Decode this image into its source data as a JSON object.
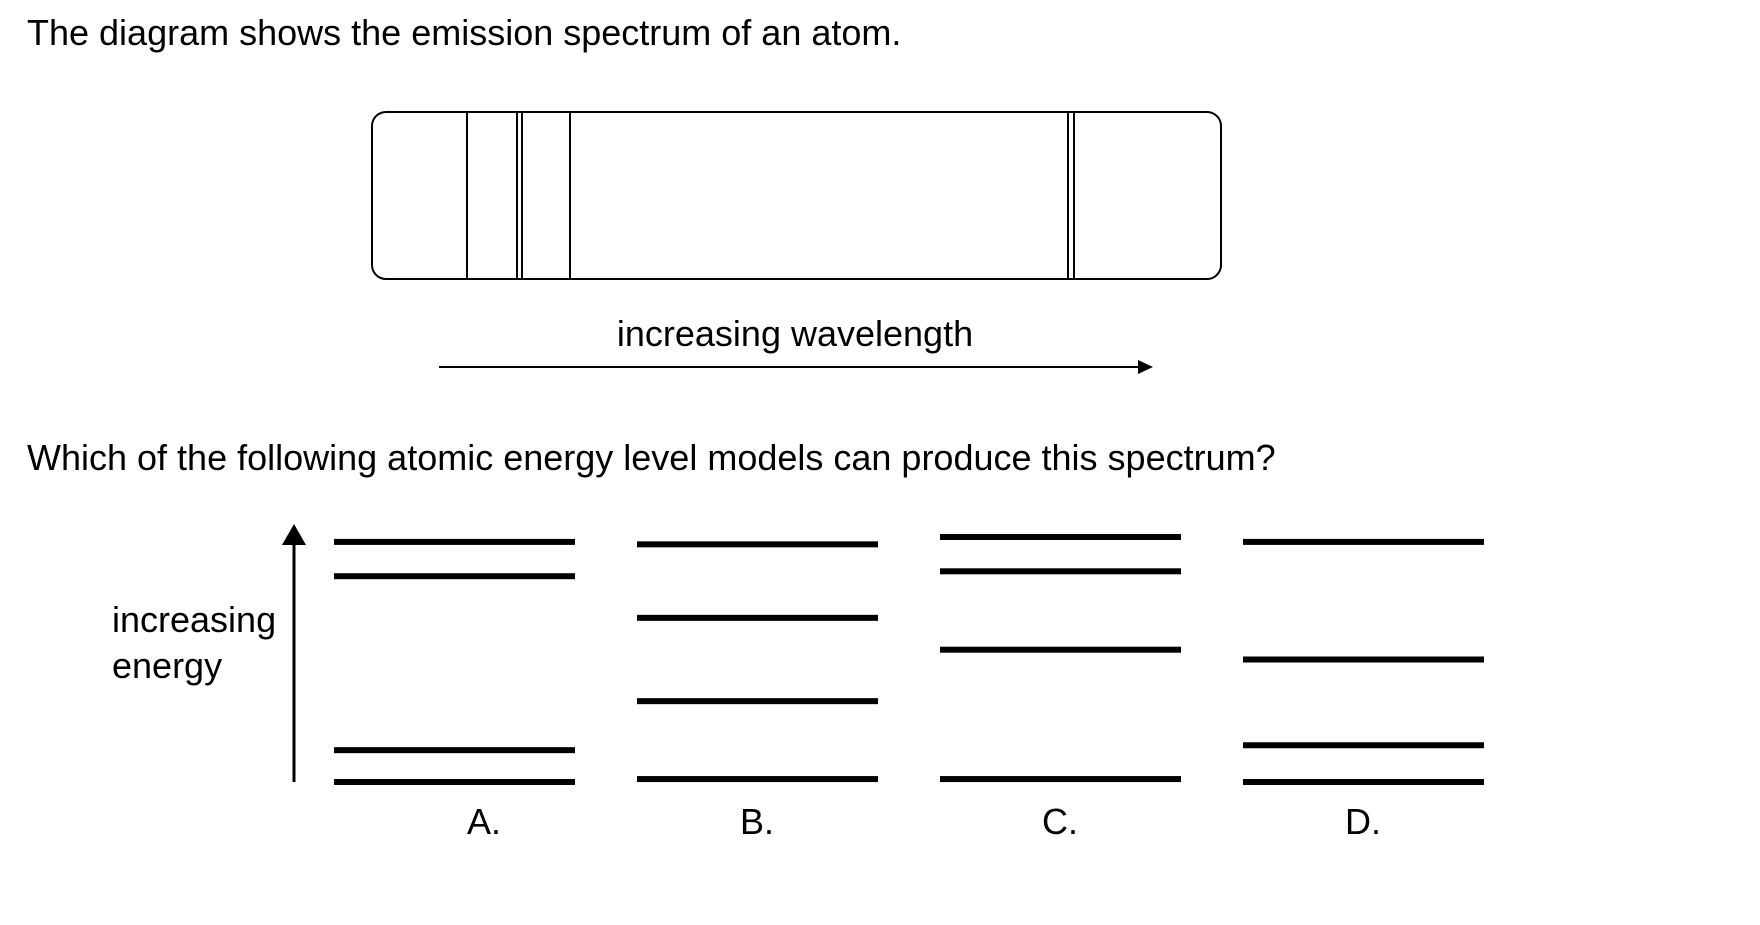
{
  "intro_text": "The diagram shows the emission spectrum of an atom.",
  "spectrum": {
    "axis_label": "increasing wavelength",
    "line_groups": [
      {
        "lines": 1
      },
      {
        "lines": 2
      },
      {
        "lines": 1
      },
      {
        "lines": 2
      }
    ]
  },
  "question_text": "Which of the following atomic energy level models can produce this spectrum?",
  "energy_axis": {
    "label_line1": "increasing",
    "label_line2": "energy"
  },
  "options": [
    {
      "label": "A.",
      "levels": [
        0.0,
        0.13,
        0.84,
        0.98
      ]
    },
    {
      "label": "B.",
      "levels": [
        0.012,
        0.33,
        0.67,
        0.97
      ]
    },
    {
      "label": "C.",
      "levels": [
        0.012,
        0.54,
        0.86,
        1.0
      ]
    },
    {
      "label": "D.",
      "levels": [
        0.0,
        0.15,
        0.5,
        0.98
      ]
    }
  ]
}
